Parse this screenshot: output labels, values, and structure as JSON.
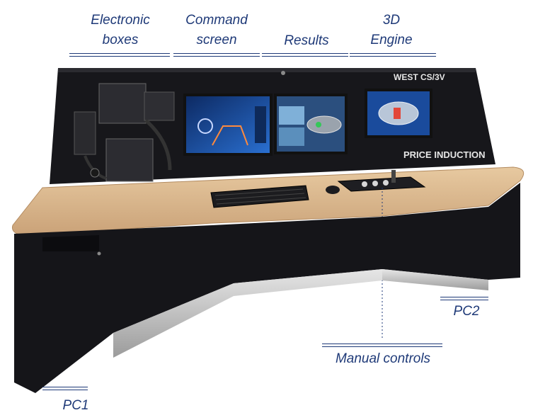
{
  "labels": {
    "electronic_boxes": "Electronic\nboxes",
    "command_screen": "Command\nscreen",
    "results": "Results",
    "engine_3d": "3D\nEngine",
    "pc2": "PC2",
    "manual_controls": "Manual controls",
    "pc1": "PC1"
  },
  "console": {
    "brand_top": "WEST CS/3V",
    "brand_bottom": "PRICE INDUCTION"
  },
  "colors": {
    "label_blue": "#1f3a78",
    "console_black": "#16161a",
    "desk_wood": "#d9b98f",
    "screen_blue": "#1a4b9c"
  },
  "icons": {
    "console": "simulator-console-photo",
    "keyboard": "keyboard-icon",
    "mouse": "mouse-icon"
  }
}
